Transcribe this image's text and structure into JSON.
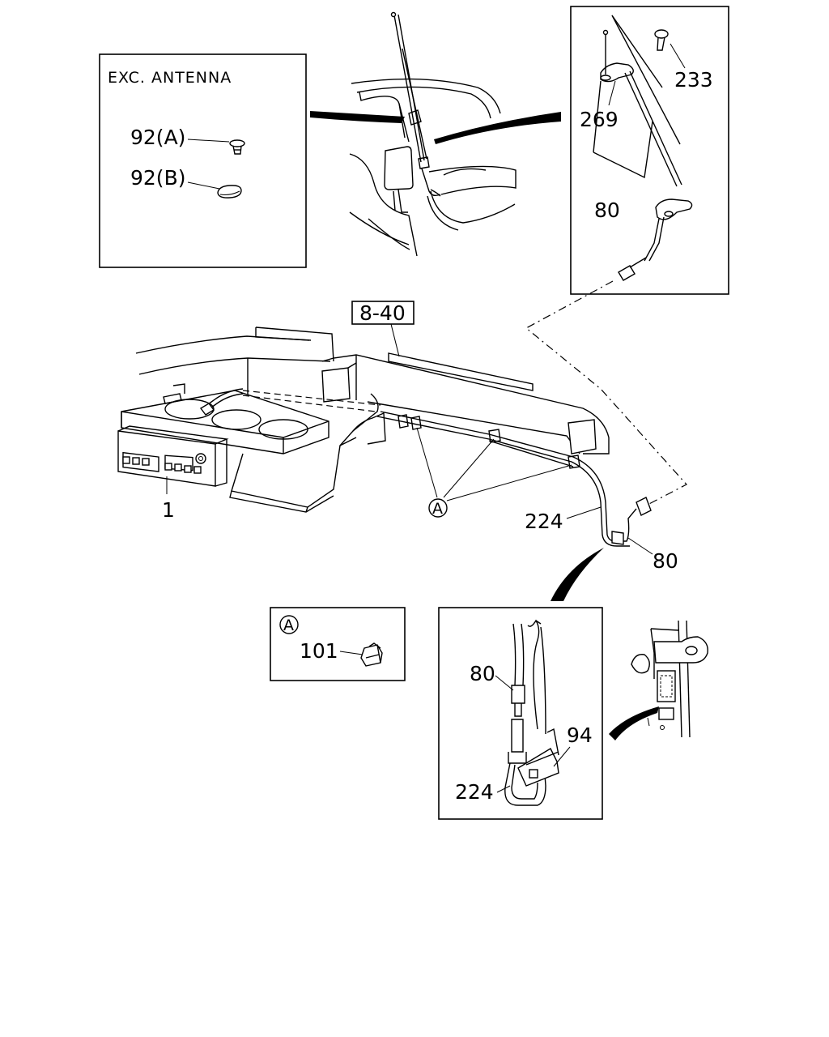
{
  "inset_exc_antenna": {
    "title": "EXC. ANTENNA",
    "label_92a": "92(A)",
    "label_92b": "92(B)"
  },
  "inset_antenna_mount": {
    "label_233": "233",
    "label_269": "269",
    "label_80": "80"
  },
  "main_view": {
    "ref_box": "8-40",
    "label_1": "1",
    "label_224": "224",
    "label_80": "80",
    "clip_marker": "A"
  },
  "inset_clip": {
    "marker": "A",
    "label_101": "101"
  },
  "inset_connector": {
    "label_80": "80",
    "label_94": "94",
    "label_224": "224"
  }
}
